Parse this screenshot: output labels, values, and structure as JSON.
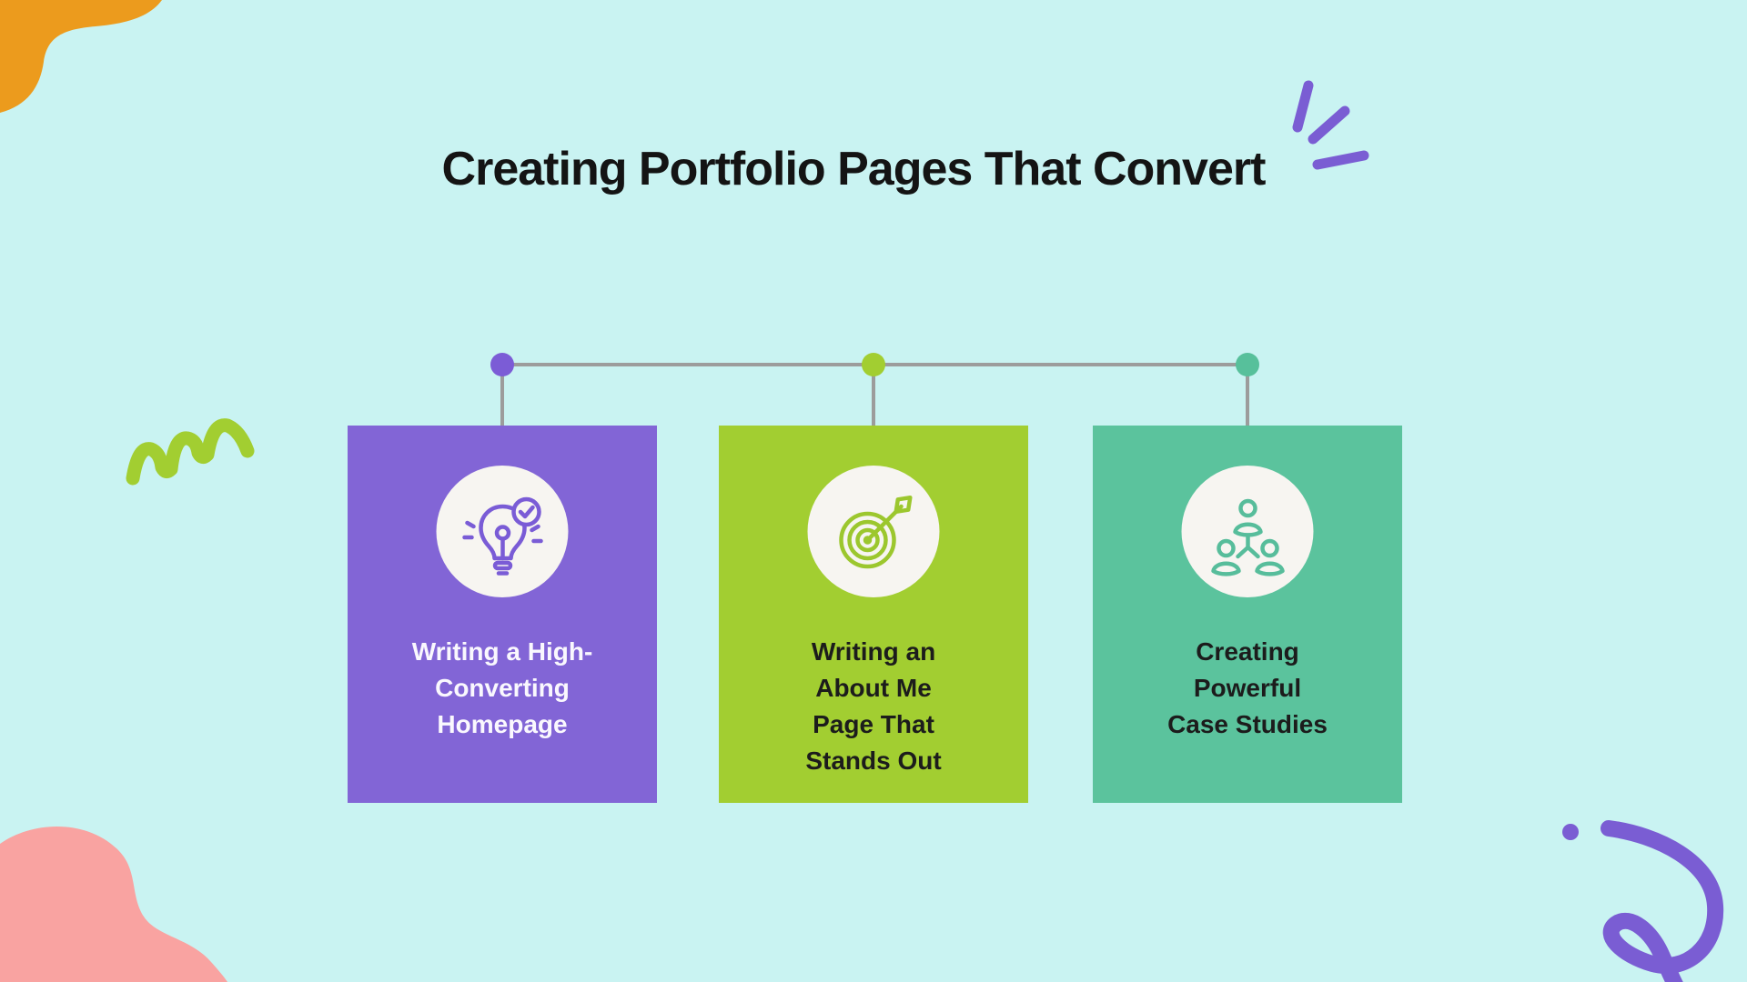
{
  "page": {
    "title": "Creating Portfolio Pages That Convert",
    "title_color": "#141414",
    "background_color": "#C9F3F2"
  },
  "timeline": {
    "connector_color": "#9C9C9C"
  },
  "cards": [
    {
      "title_lines": [
        "Writing a High-",
        "Converting",
        "Homepage"
      ],
      "background_color": "#8265D6",
      "text_color": "#FAF8FE",
      "icon": "lightbulb-check-icon",
      "icon_color": "#7A5CD6",
      "icon_background": "#F7F5F1",
      "dot_color": "#7B5CD6"
    },
    {
      "title_lines": [
        "Writing an",
        "About Me",
        "Page That",
        "Stands Out"
      ],
      "background_color": "#A2CE31",
      "text_color": "#1C1C1C",
      "icon": "target-arrow-icon",
      "icon_color": "#9CC72E",
      "icon_background": "#F7F5F1",
      "dot_color": "#A2CE31"
    },
    {
      "title_lines": [
        "Creating",
        "Powerful",
        "Case Studies"
      ],
      "background_color": "#5BC39D",
      "text_color": "#1C1C1C",
      "icon": "people-network-icon",
      "icon_color": "#57BD9B",
      "icon_background": "#F7F5F1",
      "dot_color": "#57C09B"
    }
  ],
  "decorations": {
    "orange_blob_color": "#EC9B1D",
    "pink_blob_color": "#F9A3A1",
    "green_squiggle_color": "#A2CE31",
    "purple_doodle_color": "#7A5DD3"
  }
}
